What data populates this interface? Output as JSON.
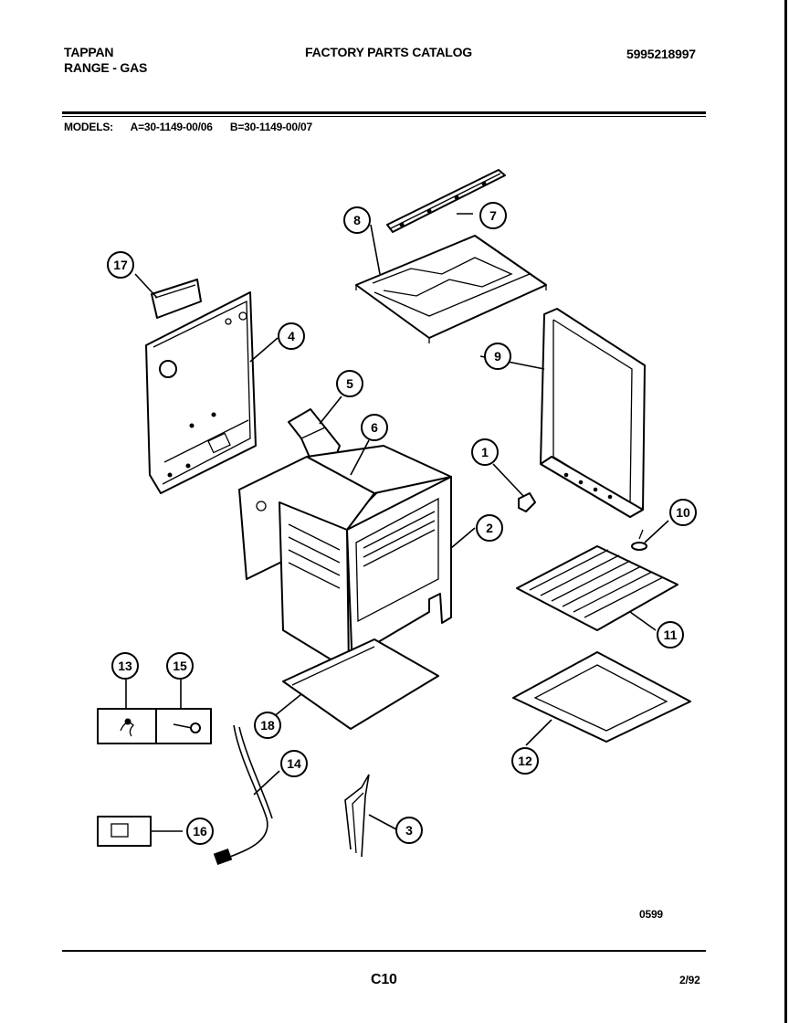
{
  "header": {
    "brand": "TAPPAN",
    "product": "RANGE - GAS",
    "catalog_title": "FACTORY PARTS CATALOG",
    "catalog_number": "5995218997"
  },
  "models": {
    "label": "MODELS:",
    "a": "A=30-1149-00/06",
    "b": "B=30-1149-00/07"
  },
  "callouts": [
    "1",
    "2",
    "3",
    "4",
    "5",
    "6",
    "7",
    "8",
    "9",
    "10",
    "11",
    "12",
    "13",
    "14",
    "15",
    "16",
    "17",
    "18"
  ],
  "footer": {
    "code": "0599",
    "page": "C10",
    "date": "2/92"
  }
}
